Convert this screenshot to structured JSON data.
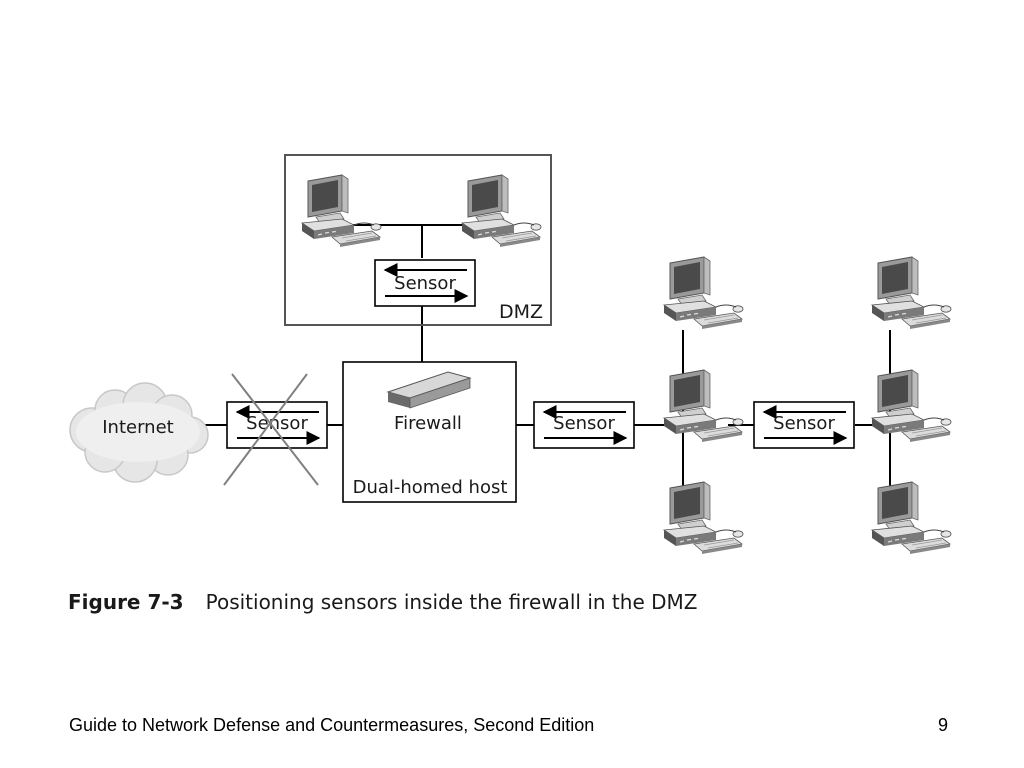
{
  "diagram": {
    "dmz_label": "DMZ",
    "internet_label": "Internet",
    "firewall_label": "Firewall",
    "host_label": "Dual-homed host",
    "sensor_label": "Sensor"
  },
  "caption": {
    "number": "Figure 7-3",
    "text": "Positioning sensors inside the firewall in the DMZ"
  },
  "footer": {
    "title": "Guide to Network Defense and Countermeasures, Second Edition",
    "page": "9"
  }
}
